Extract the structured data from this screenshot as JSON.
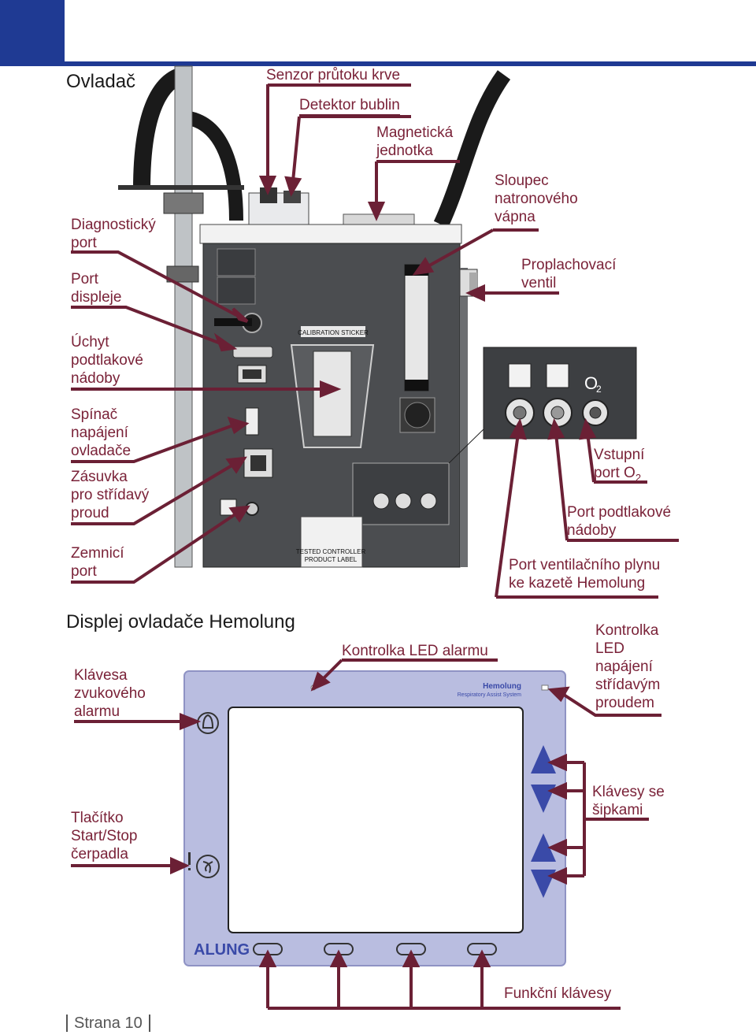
{
  "section1_title": "Ovladač",
  "section2_title": "Displej ovladače Hemolung",
  "labels": {
    "senzor": "Senzor průtoku krve",
    "detektor": "Detektor bublin",
    "magneticka": "Magnetická\njednotka",
    "sloupec": "Sloupec\nnatronového\nvápna",
    "proplach": "Proplachovací\nventil",
    "diag": "Diagnostický\nport",
    "displeje": "Port\ndispleje",
    "uchyt": "Úchyt\npodtlakové\nnádoby",
    "spinac": "Spínač\nnapájení\novladače",
    "zasuvka": "Zásuvka\npro střídavý\nproud",
    "zemnici": "Zemnicí\nport",
    "vstupni_a": "Vstupní\nport O",
    "vstupni_sub": "2",
    "port_podtl": "Port podtlakové\nnádoby",
    "port_vent": "Port ventilačního plynu\nke kazetě Hemolung",
    "klavesa": "Klávesa\nzvukového\nalarmu",
    "kontrolka_alarm": "Kontrolka LED alarmu",
    "kontrolka_nap": "Kontrolka\nLED\nnapájení\nstřídavým\nproudem",
    "tlacitko": "Tlačítko\nStart/Stop\nčerpadla",
    "sipky": "Klávesy se\nšipkami",
    "funkcni": "Funkční klávesy"
  },
  "device_text": {
    "calibration": "CALIBRATION STICKER",
    "tested": "TESTED CONTROLLER\nPRODUCT LABEL",
    "o2": "O",
    "o2_sub": "2",
    "brand": "Hemolung",
    "brand_sub": "Respiratory Assist System",
    "alung": "ALUNG"
  },
  "footer": {
    "page": "Strana 10"
  },
  "colors": {
    "accent": "#1f3a93",
    "arrow": "#6b2035",
    "label": "#7a2238",
    "screen_frame": "#b9bde0"
  }
}
